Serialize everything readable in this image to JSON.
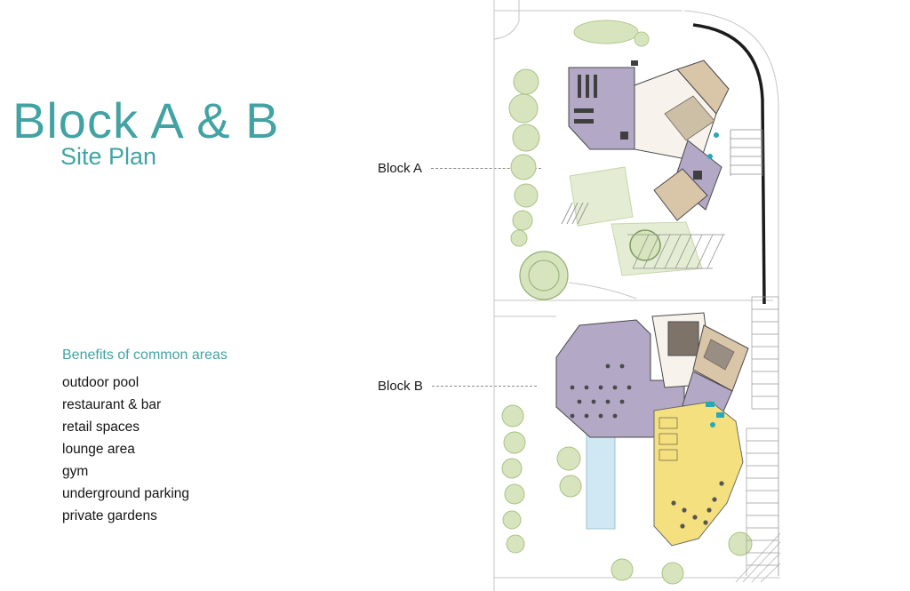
{
  "slide": {
    "title": "Block A & B",
    "subtitle": "Site Plan"
  },
  "benefits": {
    "heading": "Benefits of common areas",
    "items": [
      "outdoor pool",
      "restaurant & bar",
      "retail spaces",
      "lounge area",
      "gym",
      "underground parking",
      "private gardens"
    ]
  },
  "callouts": {
    "block_a": "Block A",
    "block_b": "Block B"
  },
  "colors": {
    "accent_teal": "#43a3a3",
    "building_purple": "#b3a8c6",
    "building_tan": "#d9c5a8",
    "building_yellow": "#f4e07e",
    "building_white": "#f7f3ec",
    "garden_green": "#e4edd4",
    "tree_green": "#d7e4bd",
    "pool_blue": "#cfe8f3",
    "water_teal": "#2aa7b8"
  }
}
